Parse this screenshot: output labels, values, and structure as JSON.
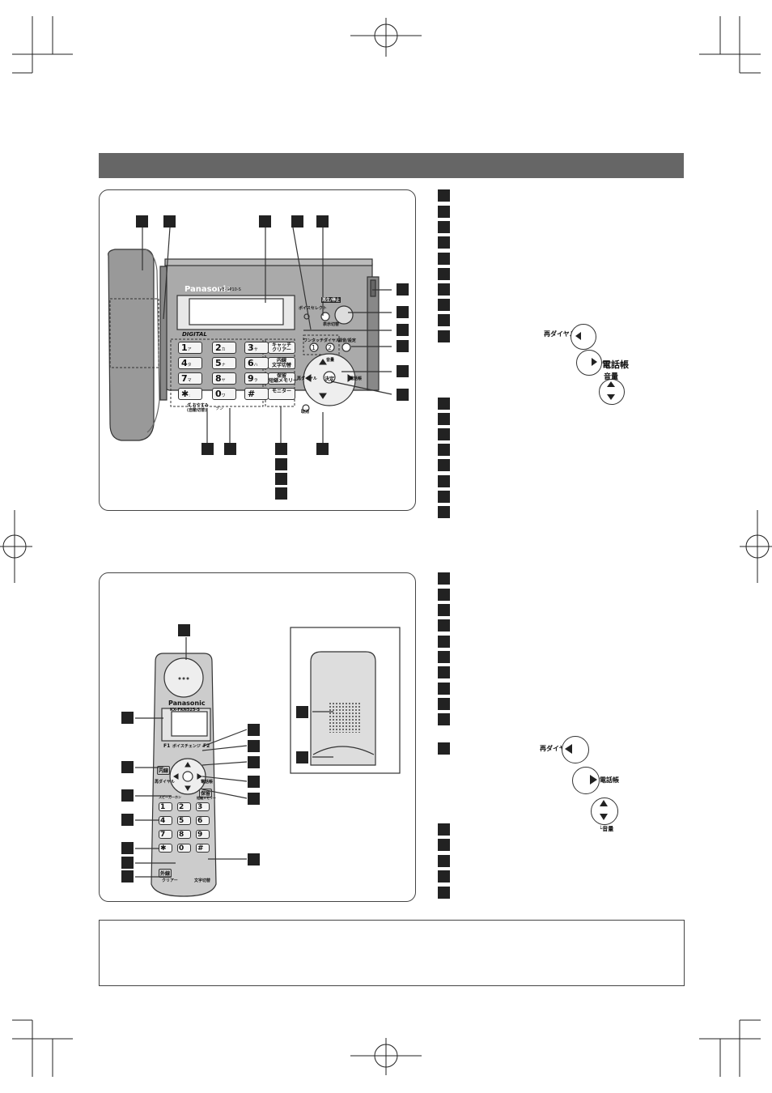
{
  "base_unit": {
    "brand": "Panasonic",
    "model": "VE-GP10-S",
    "digital_label": "DIGITAL",
    "keypad": [
      {
        "main": "1",
        "sub": "ア\n‥"
      },
      {
        "main": "2",
        "sub": "カ\nABC"
      },
      {
        "main": "3",
        "sub": "サ\nDEF"
      },
      {
        "main": "4",
        "sub": "タ\nGHI"
      },
      {
        "main": "5",
        "sub": "ナ\nJKL"
      },
      {
        "main": "6",
        "sub": "ハ\nMNO"
      },
      {
        "main": "7",
        "sub": "マ\nPQRS"
      },
      {
        "main": "8",
        "sub": "ヤ\nTUV"
      },
      {
        "main": "9",
        "sub": "ラ\nWXYZ"
      },
      {
        "main": "✱",
        "sub": ":"
      },
      {
        "main": "0",
        "sub": "ワ\nヲン"
      },
      {
        "main": "#",
        "sub": ""
      }
    ],
    "star_note": "ダ おやすみ\n(自動切替)",
    "side_buttons": [
      "キャッチ\nクリアー",
      "内線\n文字切替",
      "保留\n短縮メモリー",
      "モニター"
    ],
    "label_voice_select": "ボイスセレクト",
    "label_playback_stop": "再生/停止",
    "label_display_reverse": "表示切替",
    "label_one_touch": "ワンタッチダイヤル",
    "one_touch_keys": [
      "1",
      "2"
    ],
    "label_record": "録音/設定",
    "label_top": "音量",
    "label_left": "再ダイヤル",
    "label_right": "電話帳",
    "label_center": "決定",
    "label_cancel": "取消"
  },
  "legend_icons": {
    "redial": "再ダイヤル",
    "phonebook": "電話帳",
    "volume": "音量"
  },
  "handset": {
    "brand": "Panasonic",
    "model": "KX-FKN525-S",
    "f1": "F1",
    "f2": "F2",
    "voice_change": "ボイスチェンジ",
    "naisen": "内線",
    "redial": "再ダイヤル",
    "phonebook": "電話帳",
    "speaker": "スピーカーホン",
    "hold": "保留",
    "hold_sub": "短縮メモリー",
    "keys": [
      "1",
      "2",
      "3",
      "4",
      "5",
      "6",
      "7",
      "8",
      "9",
      "✱",
      "0",
      "#"
    ],
    "clear": "クリアー",
    "char_switch": "文字切替",
    "outline": "外線"
  },
  "handset_legend_icons": {
    "redial": "再ダイヤル",
    "phonebook": "電話帳",
    "volume": "└音量"
  }
}
